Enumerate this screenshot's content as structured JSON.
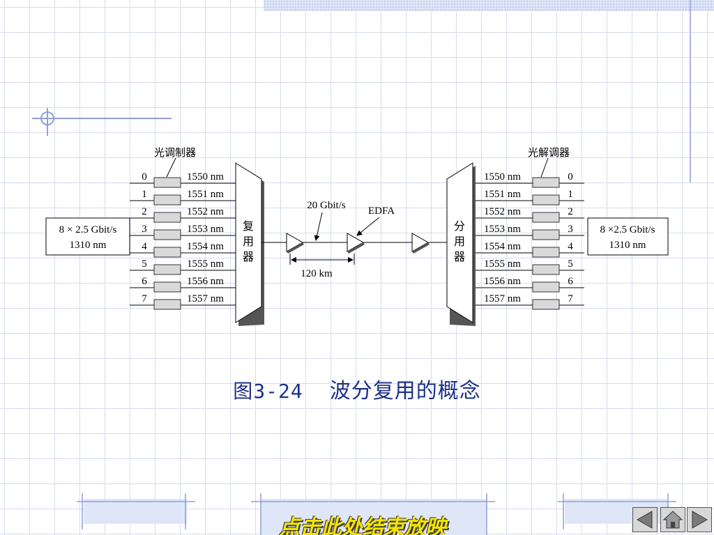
{
  "modulator_label": "光调制器",
  "demodulator_label": "光解调器",
  "channels": [
    {
      "index": "0",
      "wavelength": "1550 nm"
    },
    {
      "index": "1",
      "wavelength": "1551 nm"
    },
    {
      "index": "2",
      "wavelength": "1552 nm"
    },
    {
      "index": "3",
      "wavelength": "1553 nm"
    },
    {
      "index": "4",
      "wavelength": "1554 nm"
    },
    {
      "index": "5",
      "wavelength": "1555 nm"
    },
    {
      "index": "6",
      "wavelength": "1556 nm"
    },
    {
      "index": "7",
      "wavelength": "1557 nm"
    }
  ],
  "input_box": {
    "line1": "8 × 2.5 Gbit/s",
    "line2": "1310 nm"
  },
  "output_box": {
    "line1": "8 ×2.5 Gbit/s",
    "line2": "1310 nm"
  },
  "multiplexer_label": [
    "复",
    "用",
    "器"
  ],
  "demultiplexer_label": [
    "分",
    "用",
    "器"
  ],
  "link_rate": "20 Gbit/s",
  "amplifier_label": "EDFA",
  "span_distance": "120 km",
  "caption": {
    "figure": "图3-24",
    "title": "波分复用的概念"
  },
  "end_show_label": "点击此处结束放映",
  "nav_icons": [
    "prev-arrow-icon",
    "home-icon",
    "next-arrow-icon"
  ],
  "colors": {
    "caption": "#1c2f8a",
    "grid": "#d6dcf0",
    "end_show": "#f5e400"
  }
}
